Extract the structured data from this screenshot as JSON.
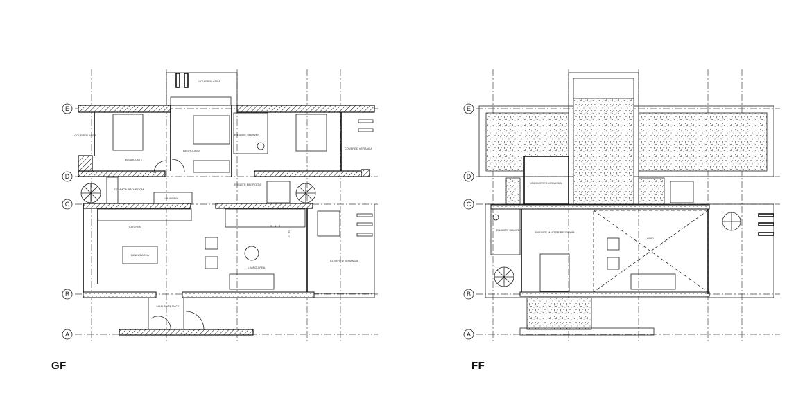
{
  "plans": [
    {
      "title": "GF",
      "grid_labels": [
        "E",
        "D",
        "C",
        "B",
        "A"
      ],
      "rooms": {
        "covered_area_top": "COVERED AREA",
        "covered_area_left": "COVERED AREA",
        "bedroom1": "BEDROOM 1",
        "bedroom2": "BEDROOM 2",
        "ensuite_shower": "ENSUITE SHOWER",
        "covered_veranda_top": "COVERED VERANDA",
        "common_bathroom": "COMMON BATHROOM",
        "laundry": "LAUNDRY",
        "ensuite_bedroom": "ENSUITE BEDROOM",
        "kitchen": "KITCHEN",
        "dining_area": "DINING AREA",
        "living_area": "LIVING AREA",
        "covered_veranda_bottom": "COVERED VERANDA",
        "main_entrance": "MAIN ENTRANCE"
      },
      "stair_numbers": [
        "5",
        "4",
        "3",
        "2",
        "1"
      ]
    },
    {
      "title": "FF",
      "grid_labels": [
        "E",
        "D",
        "C",
        "B",
        "A"
      ],
      "rooms": {
        "uncovered_veranda": "UNCOVERED VERANDA",
        "ensuite_shower": "ENSUITE SHOWER",
        "ensuite_master_bedroom": "ENSUITE MASTER BEDROOM",
        "void": "VOID"
      }
    }
  ]
}
